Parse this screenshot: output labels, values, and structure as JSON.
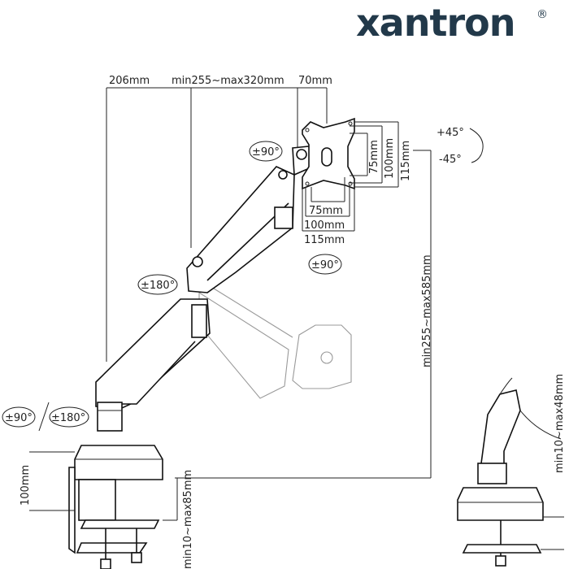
{
  "brand": {
    "name": "xantron",
    "mark": "®",
    "color": "#22394a"
  },
  "dimensions": {
    "arm_base": "206mm",
    "arm_reach": "min255~max320mm",
    "head_offset": "70mm",
    "vesa_v_75": "75mm",
    "vesa_v_100": "100mm",
    "vesa_v_115": "115mm",
    "vesa_h_75": "75mm",
    "vesa_h_100": "100mm",
    "vesa_h_115": "115mm",
    "height_range": "min255~max585mm",
    "clamp_height": "100mm",
    "clamp_desk": "min10~max85mm",
    "grommet_desk": "min10~max48mm"
  },
  "rotations": {
    "tilt_up": "+45°",
    "tilt_down": "-45°",
    "head_swivel": "±90°",
    "rotate_screen": "±90°",
    "elbow": "±180°",
    "base_swivel_90": "±90°",
    "base_swivel_180": "±180°"
  }
}
